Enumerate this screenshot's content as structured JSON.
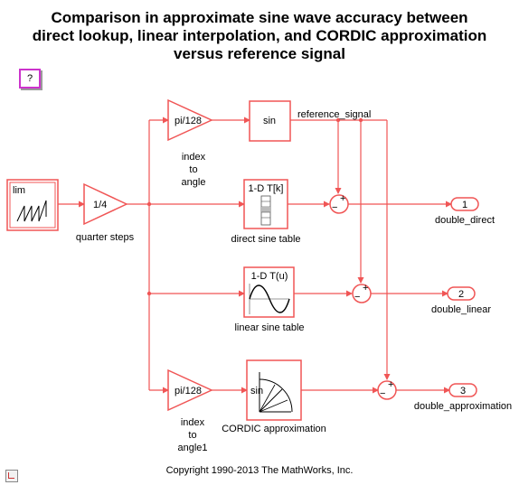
{
  "title": {
    "line1": "Comparison in approximate sine wave accuracy between",
    "line2": "direct lookup, linear interpolation, and CORDIC approximation",
    "line3": "versus reference signal"
  },
  "help_button": "?",
  "blocks": {
    "source": {
      "text": "lim"
    },
    "gain_quarter": {
      "text": "1/4",
      "label": "quarter steps"
    },
    "gain_index": {
      "text": "pi/128",
      "label1": "index",
      "label2": "to",
      "label3": "angle"
    },
    "sin": {
      "text": "sin"
    },
    "direct_table": {
      "text": "1-D T[k]",
      "label": "direct sine table"
    },
    "linear_table": {
      "text": "1-D T(u)",
      "label": "linear sine table"
    },
    "gain_index1": {
      "text": "pi/128",
      "label1": "index",
      "label2": "to",
      "label3": "angle1"
    },
    "cordic": {
      "text": "sin",
      "label": "CORDIC approximation"
    },
    "sum_plus": "+",
    "sum_minus": "−",
    "outports": [
      {
        "num": "1",
        "label": "double_direct"
      },
      {
        "num": "2",
        "label": "double_linear"
      },
      {
        "num": "3",
        "label": "double_approximation"
      }
    ]
  },
  "signals": {
    "reference": "reference_signal"
  },
  "footer": {
    "copyright": "Copyright 1990-2013 The MathWorks, Inc."
  },
  "colors": {
    "block_border": "#f05555",
    "help_border": "#cc33cc"
  }
}
